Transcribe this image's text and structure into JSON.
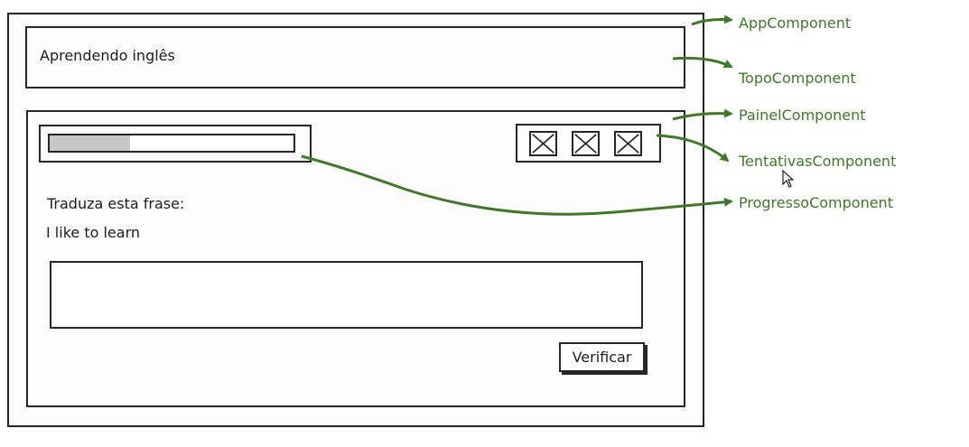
{
  "topo": {
    "title": "Aprendendo inglês"
  },
  "painel": {
    "instruction": "Traduza esta frase:",
    "phrase": "I like to learn",
    "answer_value": "",
    "verify_label": "Verificar"
  },
  "progresso": {
    "value": 0.33
  },
  "tentativas": {
    "attempts_shown": 3
  },
  "annotations": {
    "app": "AppComponent",
    "topo": "TopoComponent",
    "painel": "PainelComponent",
    "tentativas": "TentativasComponent",
    "progresso": "ProgressoComponent"
  },
  "colors": {
    "annotation": "#3d7a23",
    "sketch": "#262626",
    "progress_fill": "#c7c7c7"
  }
}
